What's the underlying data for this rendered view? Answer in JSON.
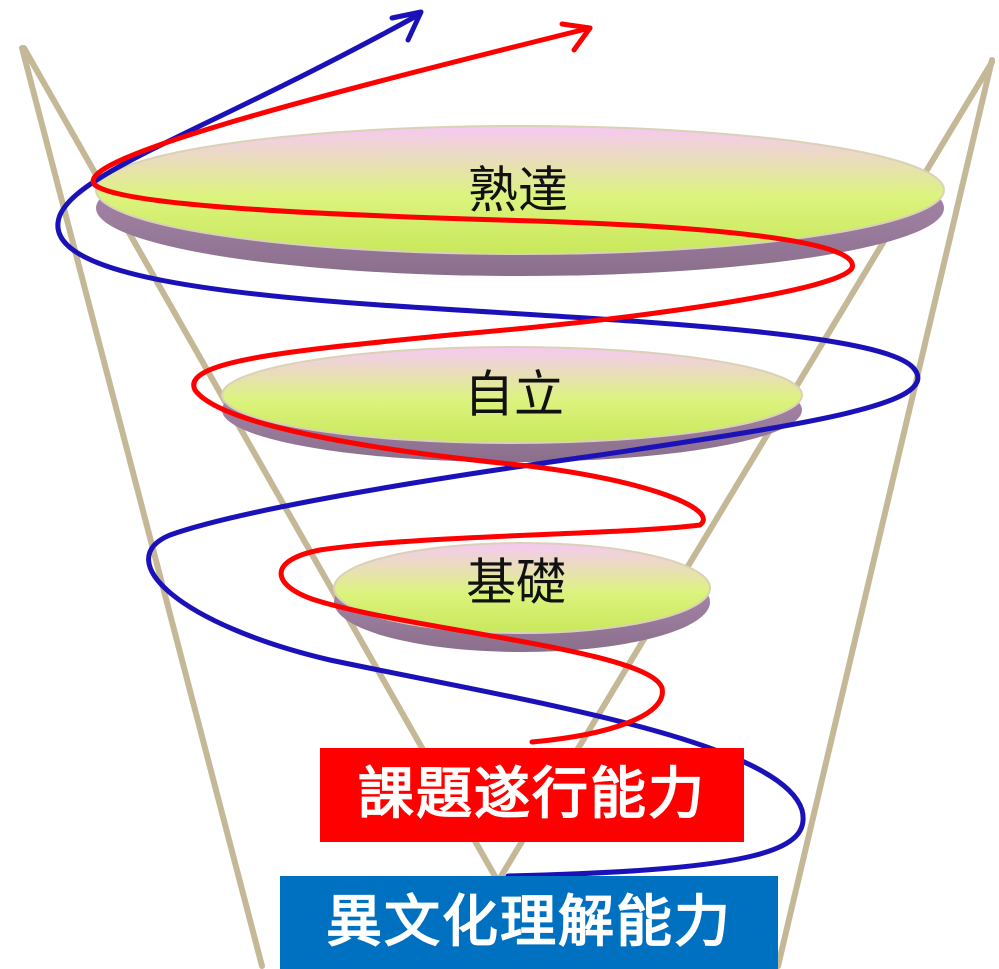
{
  "levels": {
    "top": "熟達",
    "middle": "自立",
    "bottom": "基礎"
  },
  "badges": {
    "task": {
      "label": "課題遂行能力",
      "color": "#ff0000"
    },
    "intercultural": {
      "label": "異文化理解能力",
      "color": "#0070c0"
    }
  },
  "colors": {
    "funnel_line": "#c4b896",
    "spiral_task": "#ff0000",
    "spiral_intercultural": "#1a12b8",
    "disc_top": "#f3c7f1",
    "disc_mid": "#d6f27a",
    "disc_side": "#9a7a9c"
  }
}
